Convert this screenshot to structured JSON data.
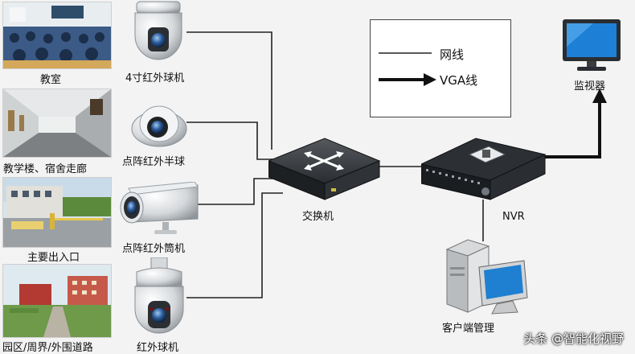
{
  "scenes": {
    "classroom": "教室",
    "corridor": "教学楼、宿舍走廊",
    "entrance": "主要出入口",
    "perimeter": "园区/周界/外围道路"
  },
  "cameras": {
    "dome4": "4寸红外球机",
    "halfdome": "点阵红外半球",
    "bullet": "点阵红外筒机",
    "ptz": "红外球机"
  },
  "devices": {
    "switch": "交换机",
    "nvr": "NVR",
    "monitor": "监视器",
    "client": "客户端管理"
  },
  "legend": {
    "network": "网线",
    "vga": "VGA线"
  },
  "watermark": "头条 @智能化视野"
}
